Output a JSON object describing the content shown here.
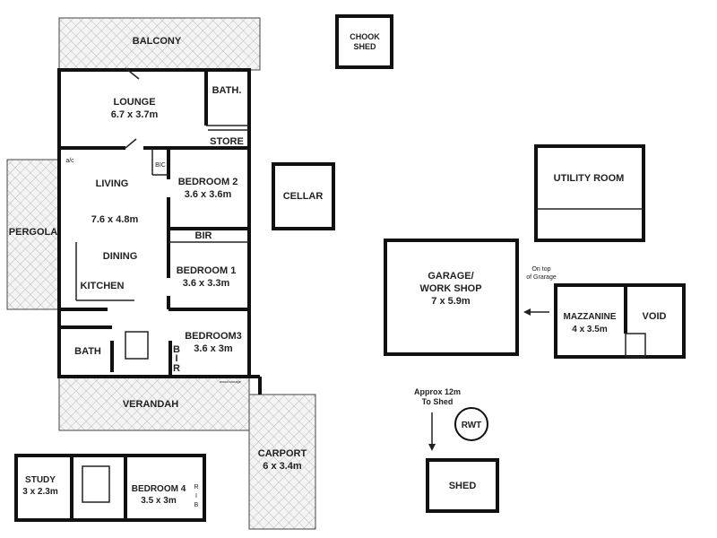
{
  "rooms": {
    "balcony": "BALCONY",
    "lounge": "LOUNGE",
    "lounge_size": "6.7 x 3.7m",
    "bath_upper": "BATH.",
    "store": "STORE",
    "ac": "a/c",
    "bic": "BIC",
    "living": "LIVING",
    "living_size": "7.6 x 4.8m",
    "dining": "DINING",
    "kitchen": "KITCHEN",
    "pergola": "PERGOLA",
    "bedroom2": "BEDROOM 2",
    "bedroom2_size": "3.6 x 3.6m",
    "bir": "BIR",
    "bedroom1": "BEDROOM 1",
    "bedroom1_size": "3.6 x 3.3m",
    "bedroom3": "BEDROOM3",
    "bedroom3_size": "3.6 x 3m",
    "bir_vertical": [
      "B",
      "I",
      "R"
    ],
    "bath_lower": "BATH",
    "wood_storage": "wood storage",
    "verandah": "VERANDAH",
    "carport": "CARPORT",
    "carport_size": "6 x 3.4m",
    "cellar": "CELLAR",
    "chook_shed": [
      "CHOOK",
      "SHED"
    ],
    "utility_room": "UTILITY ROOM",
    "garage": [
      "GARAGE/",
      "WORK SHOP"
    ],
    "garage_size": "7 x 5.9m",
    "on_top": [
      "On top",
      "of Grarage"
    ],
    "mazzanine": "MAZZANINE",
    "mazzanine_size": "4 x 3.5m",
    "void": "VOID",
    "approx": [
      "Approx 12m",
      "To Shed"
    ],
    "rwt": "RWT",
    "shed": "SHED",
    "study": "STUDY",
    "study_size": "3 x 2.3m",
    "bedroom4": "BEDROOM 4",
    "bedroom4_size": "3.5 x 3m",
    "rib_vertical": [
      "R",
      "I",
      "B"
    ]
  }
}
